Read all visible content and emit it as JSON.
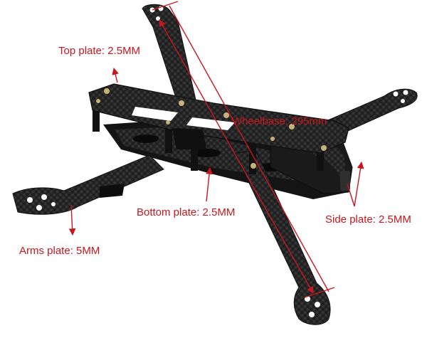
{
  "image": {
    "subject": "X-frame quadcopter drone frame made of carbon fiber",
    "background": "white"
  },
  "colors": {
    "annotation": "#c8161d",
    "carbon": "#2b2b2b",
    "carbon_dark": "#151515",
    "carbon_light": "#4a4a4a",
    "screw_gold": "#c9b27a"
  },
  "annotations": {
    "top_plate": "Top plate: 2.5MM",
    "wheelbase": "Wheelbase: 295mm",
    "bottom_plate": "Bottom plate: 2.5MM",
    "side_plate": "Side plate: 2.5MM",
    "arms_plate": "Arms plate: 5MM"
  }
}
